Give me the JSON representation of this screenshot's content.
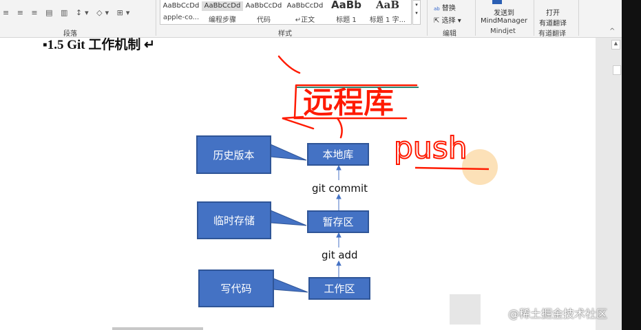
{
  "ribbon": {
    "groups": {
      "paragraph": "段落",
      "styles": "样式",
      "editing": "编辑",
      "mindjet": "Mindjet",
      "youdao": "有道翻译"
    },
    "styles": [
      {
        "preview": "AaBbCcDd",
        "label": "apple-co..."
      },
      {
        "preview": "AaBbCcDd",
        "label": "编程步骤"
      },
      {
        "preview": "AaBbCcDd",
        "label": "代码"
      },
      {
        "preview": "AaBbCcDd",
        "label": "↵正文"
      },
      {
        "preview": "AaBb",
        "label": "标题 1"
      },
      {
        "preview": "AaB",
        "label": "标题 1 字..."
      }
    ],
    "replace": "替换",
    "select": "选择 ▾",
    "mindmanager": {
      "line1": "发送到",
      "line2": "MindManager"
    },
    "youdao_btn": {
      "line1": "打开",
      "line2": "有道翻译"
    }
  },
  "document": {
    "heading": "▪1.5 Git 工作机制 ↵",
    "diagram": {
      "callouts": [
        "历史版本",
        "临时存储",
        "写代码"
      ],
      "areas": [
        "本地库",
        "暂存区",
        "工作区"
      ],
      "commands": [
        "git commit",
        "git add"
      ],
      "box_color": "#4472c4"
    },
    "annotations": {
      "scribble": "远程库",
      "push": "push",
      "ink_color": "#ff1a00"
    }
  },
  "watermark": "@稀土掘金技术社区"
}
